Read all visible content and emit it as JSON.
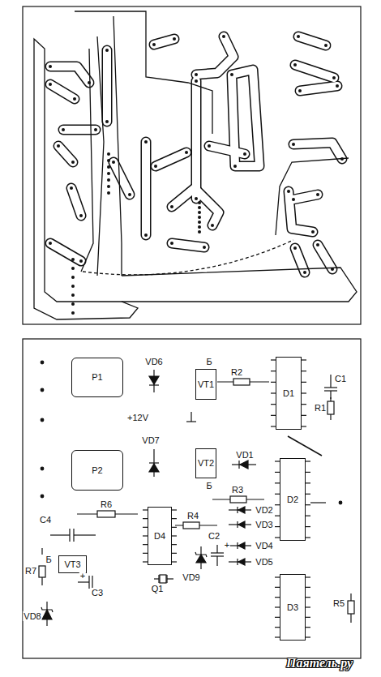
{
  "diagram": {
    "nodes": [
      {
        "text": [
          "P1"
        ]
      },
      {
        "text": [
          "VT1"
        ]
      },
      {
        "text": [
          "D1"
        ]
      },
      {
        "text": [
          "P2"
        ]
      },
      {
        "text": [
          "VT2"
        ]
      },
      {
        "text": [
          "D2"
        ]
      },
      {
        "text": [
          "D4"
        ]
      },
      {
        "text": [
          "VT3"
        ]
      },
      {
        "text": [
          "D3"
        ]
      }
    ],
    "labels": [
      "VD6",
      "Б",
      "R2",
      "C1",
      "R1",
      "+12V",
      "VD7",
      "Б",
      "VD1",
      "R6",
      "R3",
      "VD2",
      "VD3",
      "R4",
      "C4",
      "C2",
      "+",
      "VD4",
      "VD5",
      "Б",
      "R7",
      "+",
      "C3",
      "VD9",
      "Q1",
      "R5",
      "VD8",
      "Паятель.ру"
    ]
  }
}
